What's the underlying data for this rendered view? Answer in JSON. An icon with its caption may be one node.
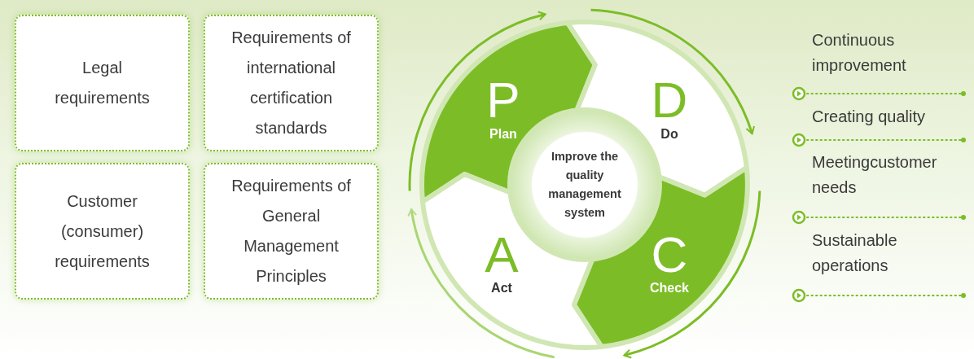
{
  "diagram": {
    "nodes": [
      {
        "text": [
          "Legal requirements"
        ]
      },
      {
        "text": [
          "Requirements of international certification standards"
        ]
      },
      {
        "text": [
          "Customer (consumer) requirements"
        ]
      },
      {
        "text": [
          "Requirements of General Management Principles"
        ]
      },
      {
        "text": [
          "P",
          "Plan"
        ]
      },
      {
        "text": [
          "D",
          "Do"
        ]
      },
      {
        "text": [
          "Improve the quality management system"
        ]
      },
      {
        "text": [
          "A",
          "Act"
        ]
      },
      {
        "text": [
          "C",
          "Check"
        ]
      }
    ],
    "labels": [
      "Continuous improvement",
      "Creating quality",
      "Meetingcustomer needs",
      "Sustainable operations"
    ]
  }
}
